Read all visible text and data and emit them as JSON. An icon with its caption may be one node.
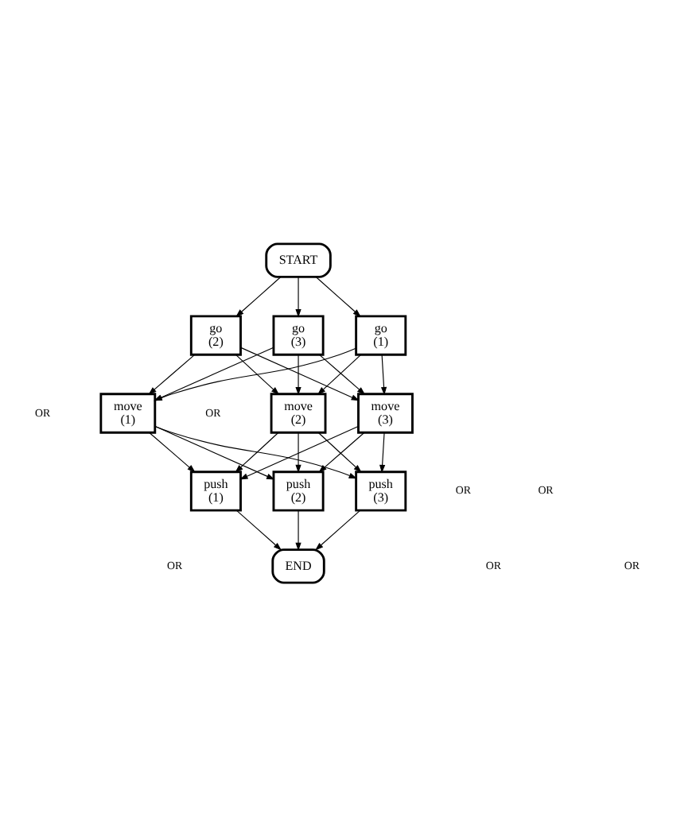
{
  "diagram": {
    "nodes": [
      {
        "text": [
          "START"
        ]
      },
      {
        "text": [
          "go",
          "(1)"
        ]
      },
      {
        "text": [
          "go",
          "(2)"
        ]
      },
      {
        "text": [
          "go",
          "(3)"
        ]
      },
      {
        "text": [
          "move",
          "(1)"
        ]
      },
      {
        "text": [
          "move",
          "(2)"
        ]
      },
      {
        "text": [
          "move",
          "(3)"
        ]
      },
      {
        "text": [
          "push",
          "(1)"
        ]
      },
      {
        "text": [
          "push",
          "(2)"
        ]
      },
      {
        "text": [
          "push",
          "(3)"
        ]
      },
      {
        "text": [
          "END"
        ]
      }
    ],
    "edges": [
      {
        "from": 0,
        "to": 1,
        "arrow": "to"
      },
      {
        "from": 0,
        "to": 2,
        "arrow": "to"
      },
      {
        "from": 0,
        "to": 3,
        "arrow": "to"
      },
      {
        "from": 1,
        "to": 4,
        "arrow": "to"
      },
      {
        "from": 1,
        "to": 5,
        "arrow": "to"
      },
      {
        "from": 1,
        "to": 6,
        "arrow": "to"
      },
      {
        "from": 2,
        "to": 4,
        "arrow": "to"
      },
      {
        "from": 2,
        "to": 5,
        "arrow": "to"
      },
      {
        "from": 2,
        "to": 6,
        "arrow": "to"
      },
      {
        "from": 3,
        "to": 4,
        "arrow": "to"
      },
      {
        "from": 3,
        "to": 5,
        "arrow": "to"
      },
      {
        "from": 3,
        "to": 6,
        "arrow": "to"
      },
      {
        "from": 4,
        "to": 7,
        "arrow": "to"
      },
      {
        "from": 4,
        "to": 8,
        "arrow": "to"
      },
      {
        "from": 4,
        "to": 9,
        "arrow": "to"
      },
      {
        "from": 5,
        "to": 7,
        "arrow": "to"
      },
      {
        "from": 5,
        "to": 8,
        "arrow": "to"
      },
      {
        "from": 5,
        "to": 9,
        "arrow": "to"
      },
      {
        "from": 6,
        "to": 7,
        "arrow": "to"
      },
      {
        "from": 6,
        "to": 8,
        "arrow": "to"
      },
      {
        "from": 6,
        "to": 9,
        "arrow": "to"
      },
      {
        "from": 7,
        "to": 10,
        "arrow": "to"
      },
      {
        "from": 8,
        "to": 10,
        "arrow": "to"
      },
      {
        "from": 9,
        "to": 10,
        "arrow": "to"
      }
    ],
    "labels": [
      "OR",
      "OR",
      "OR",
      "OR",
      "OR",
      "OR",
      "OR"
    ]
  }
}
